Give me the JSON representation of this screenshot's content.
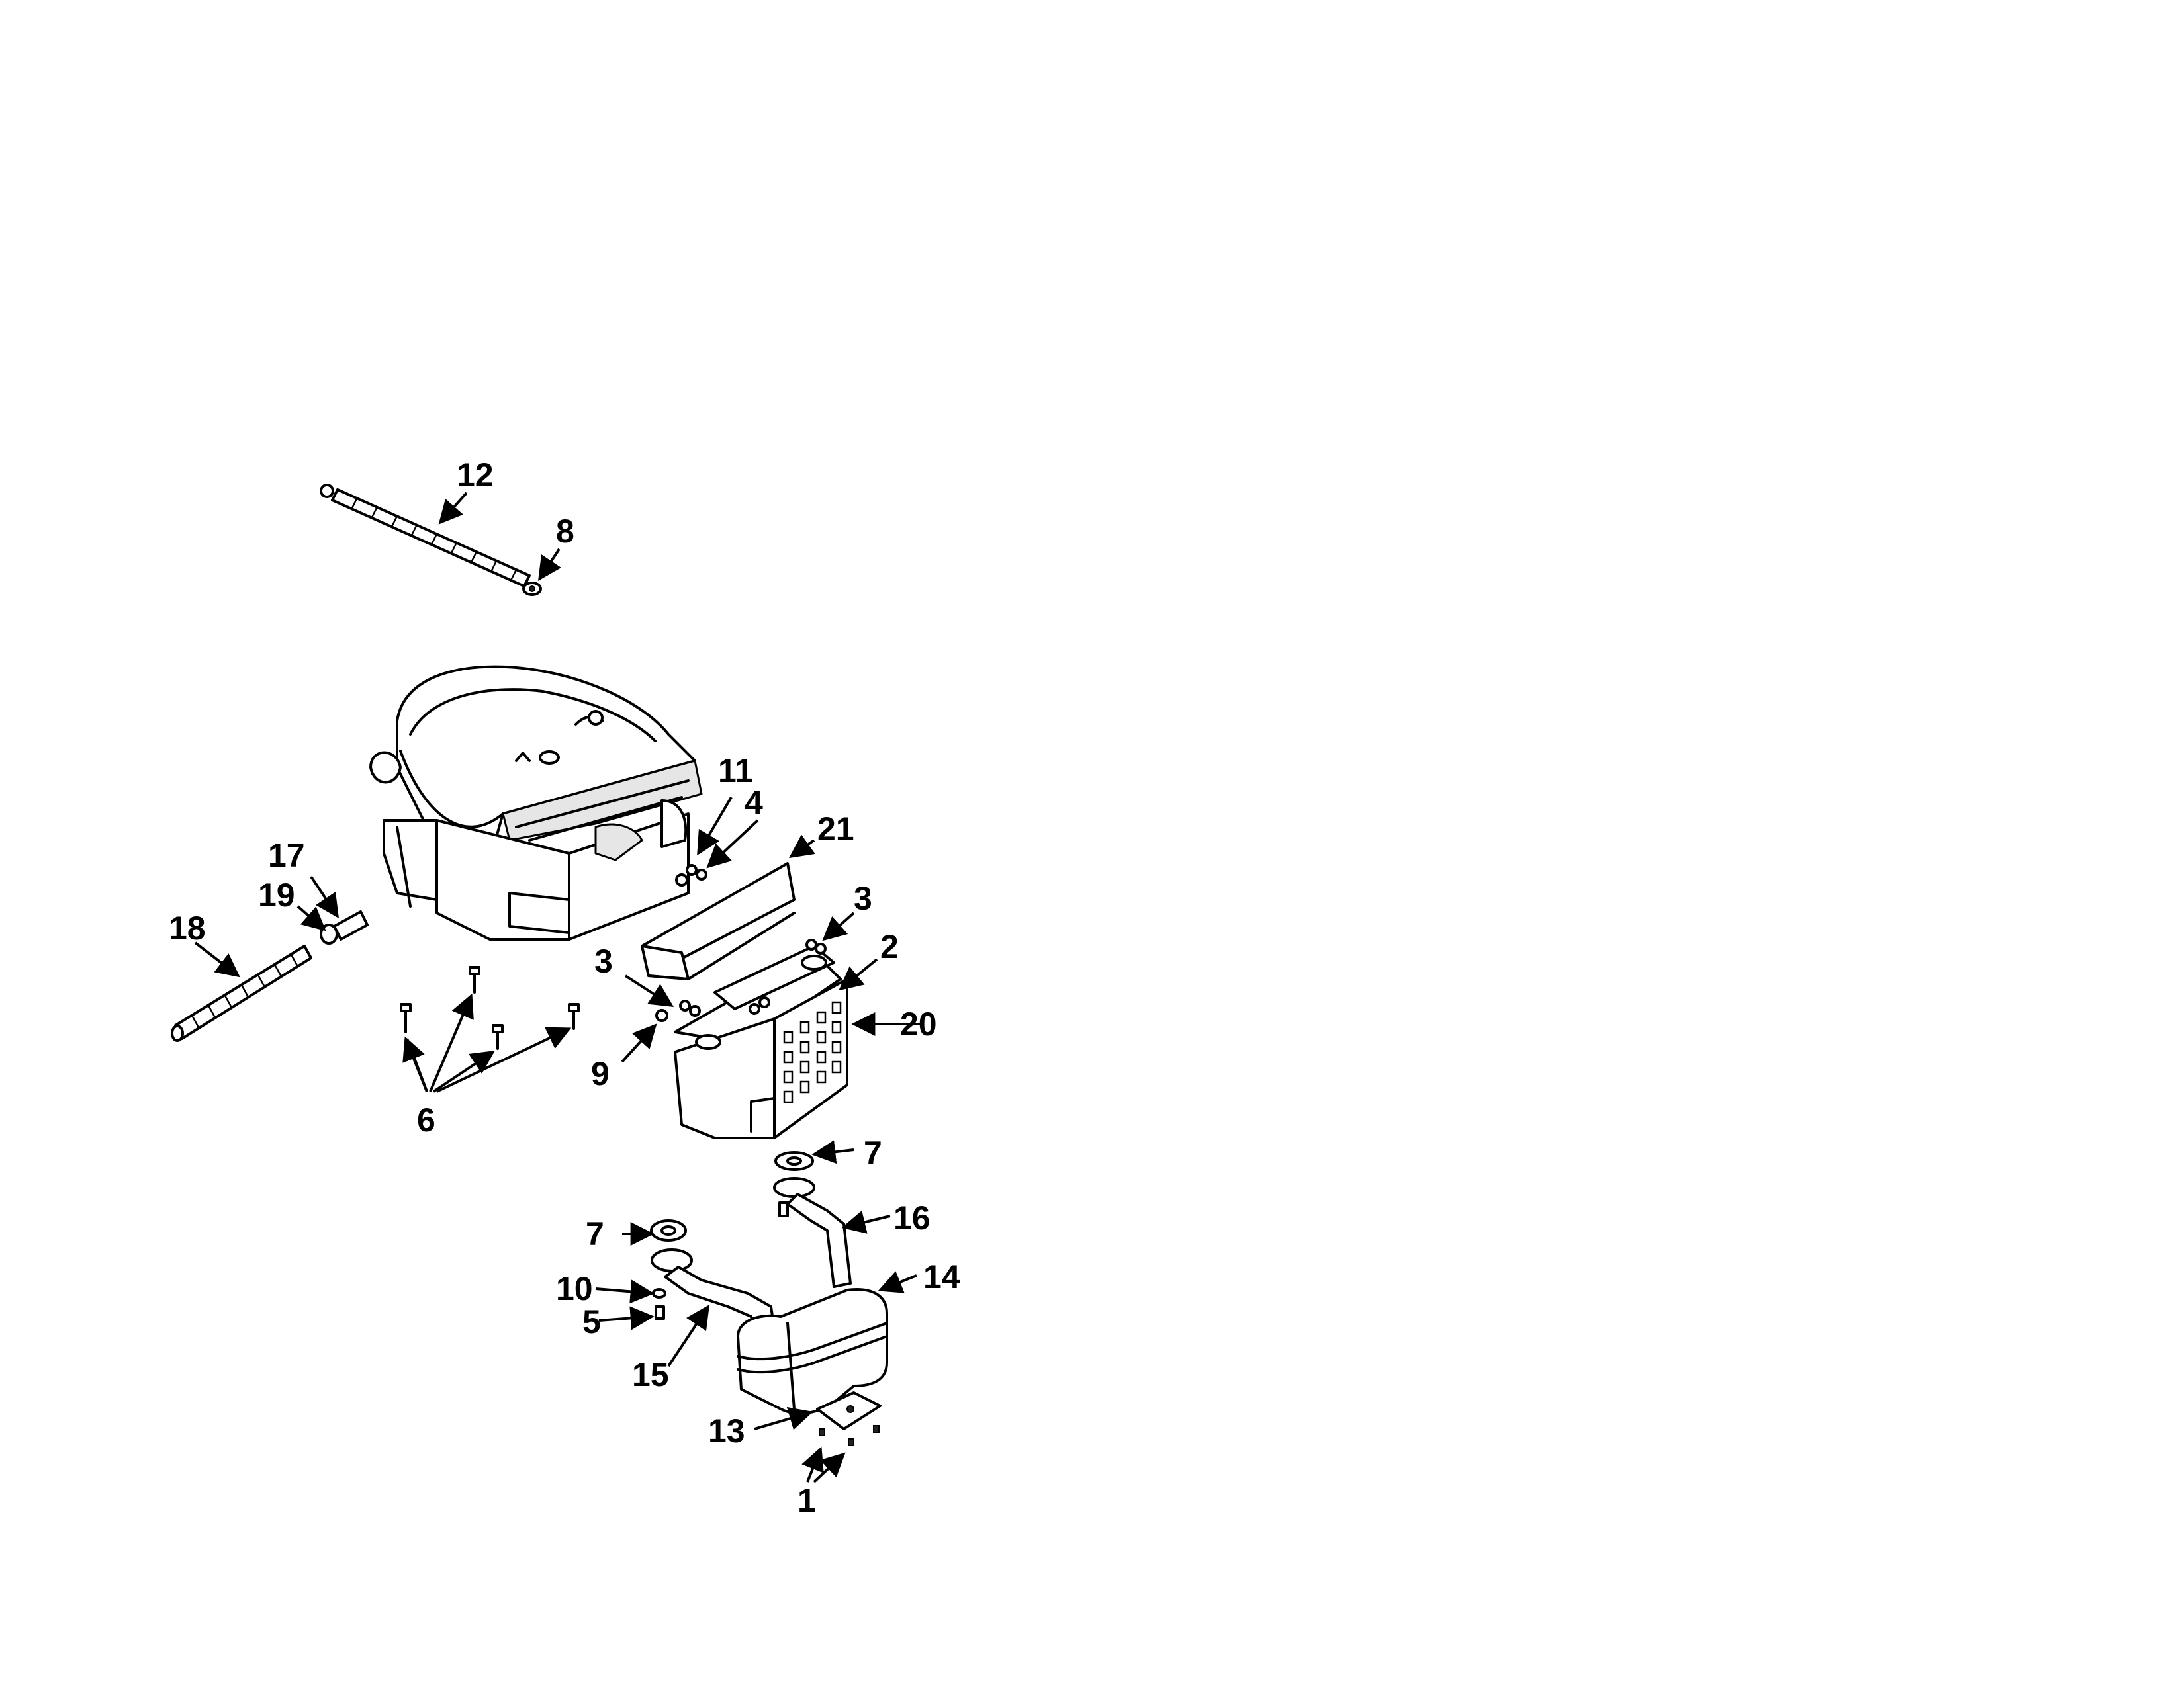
{
  "callouts": {
    "c1": "1",
    "c2": "2",
    "c3a": "3",
    "c3b": "3",
    "c4": "4",
    "c5": "5",
    "c6": "6",
    "c7a": "7",
    "c7b": "7",
    "c8": "8",
    "c9": "9",
    "c10": "10",
    "c11": "11",
    "c12": "12",
    "c13": "13",
    "c14": "14",
    "c15": "15",
    "c16": "16",
    "c17": "17",
    "c18": "18",
    "c19": "19",
    "c20": "20",
    "c21": "21"
  },
  "colors": {
    "ink": "#000000",
    "paper": "#ffffff",
    "shade": "#e6e6e6"
  }
}
